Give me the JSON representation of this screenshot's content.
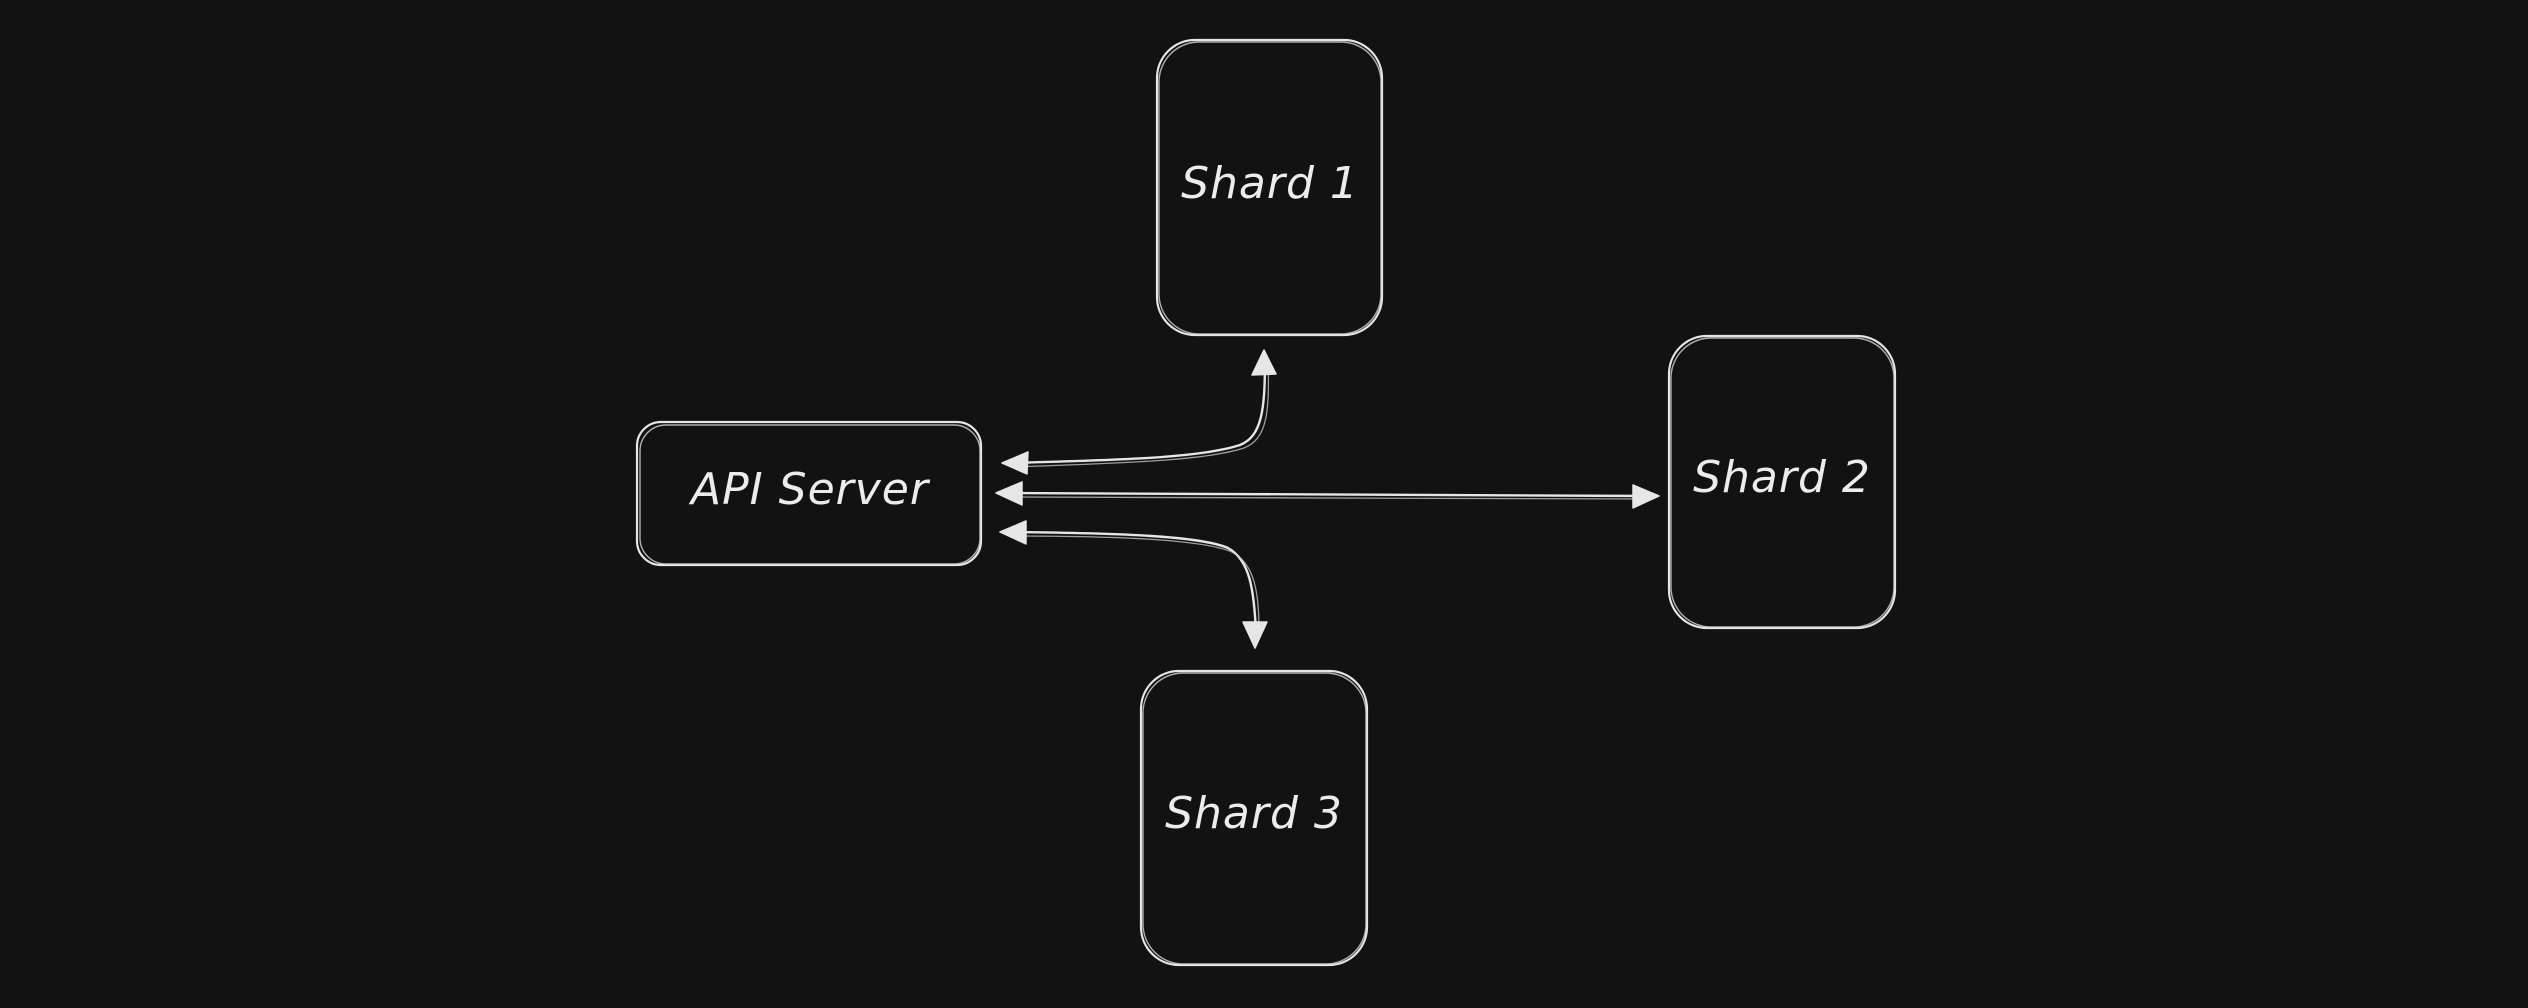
{
  "canvas": {
    "background": "#121212",
    "stroke_color": "#e6e6e6"
  },
  "nodes": {
    "api_server": {
      "label": "API Server"
    },
    "shard_1": {
      "label": "Shard 1"
    },
    "shard_2": {
      "label": "Shard 2"
    },
    "shard_3": {
      "label": "Shard 3"
    }
  },
  "edges": [
    {
      "from": "API Server",
      "to": "Shard 1",
      "direction": "bidirectional"
    },
    {
      "from": "API Server",
      "to": "Shard 2",
      "direction": "bidirectional"
    },
    {
      "from": "API Server",
      "to": "Shard 3",
      "direction": "bidirectional"
    }
  ]
}
